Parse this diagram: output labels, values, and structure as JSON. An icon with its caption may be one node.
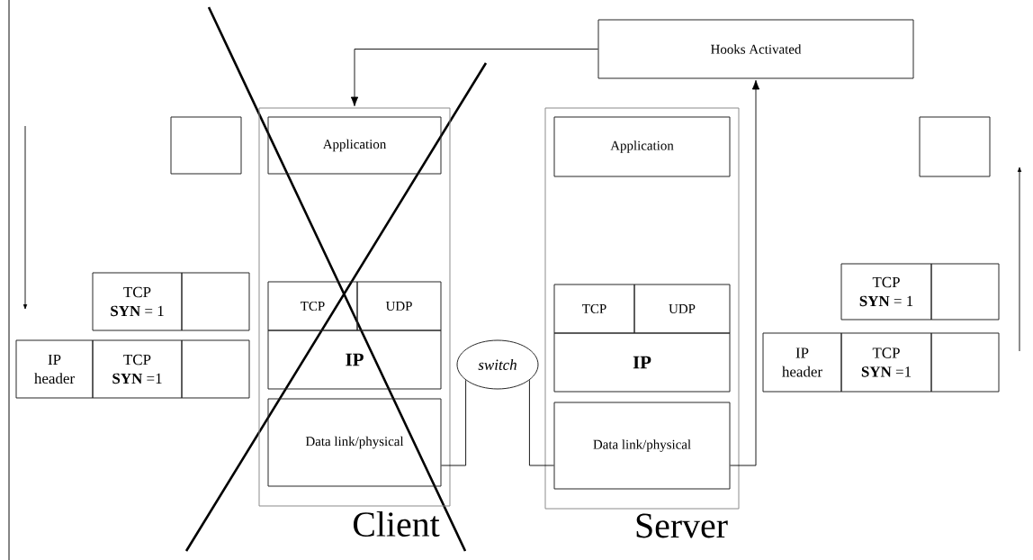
{
  "diagram": {
    "nodes": [
      {
        "text": [
          "Hooks Activated"
        ]
      },
      {
        "text": [],
        "shape": "box"
      },
      {
        "text": [
          "Client"
        ]
      },
      {
        "text": [
          "Application"
        ],
        "in": 2
      },
      {
        "text": [
          "TCP"
        ],
        "in": 2
      },
      {
        "text": [
          "UDP"
        ],
        "in": 2
      },
      {
        "text": [
          "IP"
        ],
        "in": 2
      },
      {
        "text": [
          "Data link/physical"
        ],
        "in": 2
      },
      {
        "text": [
          "Server"
        ]
      },
      {
        "text": [
          "Application"
        ],
        "in": 8
      },
      {
        "text": [
          "TCP"
        ],
        "in": 8
      },
      {
        "text": [
          "UDP"
        ],
        "in": 8
      },
      {
        "text": [
          "IP"
        ],
        "in": 8
      },
      {
        "text": [
          "Data link/physical"
        ],
        "in": 8
      },
      {
        "text": [
          "switch"
        ]
      },
      {
        "text": [],
        "shape": "box"
      },
      {
        "text": [
          "TCP",
          "**SYN** = 1"
        ]
      },
      {
        "text": [],
        "shape": "box"
      },
      {
        "text": [
          "IP header"
        ]
      },
      {
        "text": [
          "TCP",
          "**SYN** =1"
        ]
      },
      {
        "text": [],
        "shape": "box"
      },
      {
        "text": [
          "TCP",
          "**SYN** = 1"
        ]
      },
      {
        "text": [],
        "shape": "box"
      },
      {
        "text": [
          "IP header"
        ]
      },
      {
        "text": [
          "TCP",
          "**SYN** =1"
        ]
      },
      {
        "text": [],
        "shape": "box"
      }
    ],
    "edges": [
      {
        "from": 0,
        "to": 2,
        "arrow": "to"
      },
      {
        "from": 7,
        "to": 14,
        "arrow": "none"
      },
      {
        "from": 14,
        "to": 13,
        "arrow": "none"
      },
      {
        "from": 13,
        "to": 0,
        "arrow": "to"
      }
    ]
  }
}
